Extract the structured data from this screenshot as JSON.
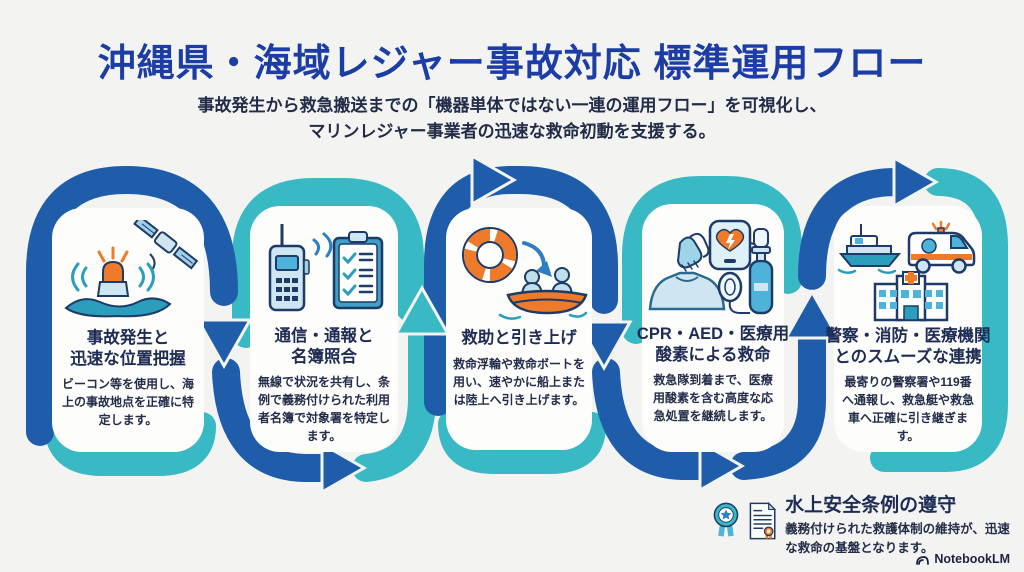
{
  "header": {
    "title": "沖縄県・海域レジャー事故対応 標準運用フロー",
    "subtitle_line1": "事故発生から救急搬送までの「機器単体ではない一連の運用フロー」を可視化し、",
    "subtitle_line2": "マリンレジャー事業者の迅速な救命初動を支援する。"
  },
  "steps": [
    {
      "title_line1": "事故発生と",
      "title_line2": "迅速な位置把握",
      "description": "ビーコン等を使用し、海上の事故地点を正確に特定します。",
      "icons": [
        "satellite-icon",
        "beacon-buoy-icon"
      ]
    },
    {
      "title_line1": "通信・通報と",
      "title_line2": "名簿照合",
      "description": "無線で状況を共有し、条例で義務付けられた利用者名簿で対象署を特定します。",
      "icons": [
        "radio-icon",
        "checklist-icon"
      ]
    },
    {
      "title_line1": "救助と引き上げ",
      "title_line2": "",
      "description": "救命浮輪や救命ボートを用い、速やかに船上または陸上へ引き上げます。",
      "icons": [
        "life-ring-icon",
        "rescue-boat-icon"
      ]
    },
    {
      "title_line1": "CPR・AED・医療用",
      "title_line2": "酸素による救命",
      "description": "救急隊到着まで、医療用酸素を含む高度な応急処置を継続します。",
      "icons": [
        "cpr-icon",
        "aed-icon",
        "oxygen-tank-icon"
      ]
    },
    {
      "title_line1": "警察・消防・医療機関",
      "title_line2": "とのスムーズな連携",
      "description": "最寄りの警察署や119番へ通報し、救急艇や救急車へ正確に引き継ぎます。",
      "icons": [
        "patrol-boat-icon",
        "ambulance-icon",
        "hospital-icon"
      ]
    }
  ],
  "footer_note": {
    "title": "水上安全条例の遵守",
    "description": "義務付けられた救護体制の維持が、迅速な救命の基盤となります。",
    "icons": [
      "medal-icon",
      "certificate-icon"
    ]
  },
  "watermark": "NotebookLM",
  "colors": {
    "primary_blue": "#1f5dab",
    "teal": "#38b9c4",
    "title_blue": "#1c3da6",
    "text_navy": "#232c49",
    "accent_orange": "#ee7a2a",
    "icon_light_blue": "#cfe6f2",
    "background": "#f3f4f1"
  }
}
